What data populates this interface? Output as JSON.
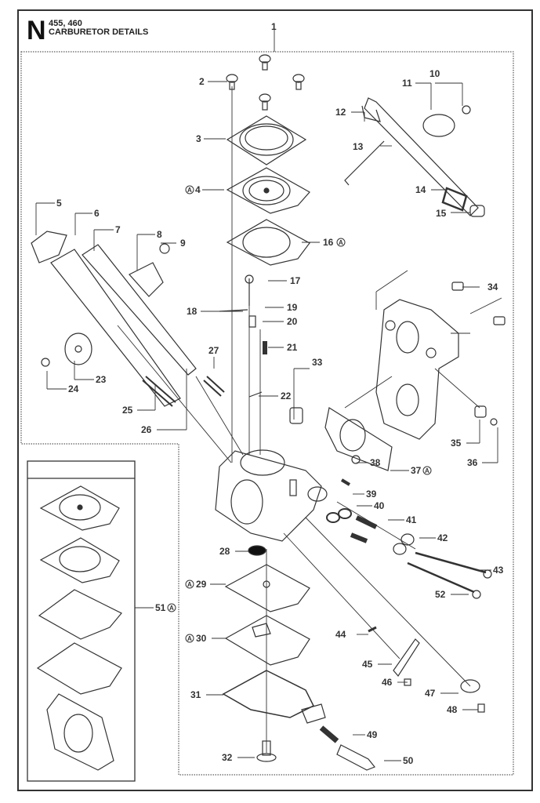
{
  "header": {
    "section_letter": "N",
    "models": "455, 460",
    "title": "CARBURETOR DETAILS"
  },
  "kit_marker": "A",
  "callouts": [
    {
      "id": "1",
      "label": "1",
      "kit": false
    },
    {
      "id": "2",
      "label": "2",
      "kit": false
    },
    {
      "id": "3",
      "label": "3",
      "kit": false
    },
    {
      "id": "4",
      "label": "4",
      "kit": true
    },
    {
      "id": "5",
      "label": "5",
      "kit": false
    },
    {
      "id": "6",
      "label": "6",
      "kit": false
    },
    {
      "id": "7",
      "label": "7",
      "kit": false
    },
    {
      "id": "8",
      "label": "8",
      "kit": false
    },
    {
      "id": "9",
      "label": "9",
      "kit": false
    },
    {
      "id": "10",
      "label": "10",
      "kit": false
    },
    {
      "id": "11",
      "label": "11",
      "kit": false
    },
    {
      "id": "12",
      "label": "12",
      "kit": false
    },
    {
      "id": "13",
      "label": "13",
      "kit": false
    },
    {
      "id": "14",
      "label": "14",
      "kit": false
    },
    {
      "id": "15",
      "label": "15",
      "kit": false
    },
    {
      "id": "16",
      "label": "16",
      "kit": true
    },
    {
      "id": "17",
      "label": "17",
      "kit": false
    },
    {
      "id": "18",
      "label": "18",
      "kit": false
    },
    {
      "id": "19",
      "label": "19",
      "kit": false
    },
    {
      "id": "20",
      "label": "20",
      "kit": false
    },
    {
      "id": "21",
      "label": "21",
      "kit": false
    },
    {
      "id": "22",
      "label": "22",
      "kit": false
    },
    {
      "id": "23",
      "label": "23",
      "kit": false
    },
    {
      "id": "24",
      "label": "24",
      "kit": false
    },
    {
      "id": "25",
      "label": "25",
      "kit": false
    },
    {
      "id": "26",
      "label": "26",
      "kit": false
    },
    {
      "id": "27",
      "label": "27",
      "kit": false
    },
    {
      "id": "28",
      "label": "28",
      "kit": false
    },
    {
      "id": "29",
      "label": "29",
      "kit": true
    },
    {
      "id": "30",
      "label": "30",
      "kit": true
    },
    {
      "id": "31",
      "label": "31",
      "kit": false
    },
    {
      "id": "32",
      "label": "32",
      "kit": false
    },
    {
      "id": "33",
      "label": "33",
      "kit": false
    },
    {
      "id": "34",
      "label": "34",
      "kit": false
    },
    {
      "id": "35",
      "label": "35",
      "kit": false
    },
    {
      "id": "36",
      "label": "36",
      "kit": false
    },
    {
      "id": "37",
      "label": "37",
      "kit": true
    },
    {
      "id": "38",
      "label": "38",
      "kit": false
    },
    {
      "id": "39",
      "label": "39",
      "kit": false
    },
    {
      "id": "40",
      "label": "40",
      "kit": false
    },
    {
      "id": "41",
      "label": "41",
      "kit": false
    },
    {
      "id": "42",
      "label": "42",
      "kit": false
    },
    {
      "id": "43",
      "label": "43",
      "kit": false
    },
    {
      "id": "44",
      "label": "44",
      "kit": false
    },
    {
      "id": "45",
      "label": "45",
      "kit": false
    },
    {
      "id": "46",
      "label": "46",
      "kit": false
    },
    {
      "id": "47",
      "label": "47",
      "kit": false
    },
    {
      "id": "48",
      "label": "48",
      "kit": false
    },
    {
      "id": "49",
      "label": "49",
      "kit": false
    },
    {
      "id": "50",
      "label": "50",
      "kit": false
    },
    {
      "id": "51",
      "label": "51",
      "kit": true
    },
    {
      "id": "52",
      "label": "52",
      "kit": false
    }
  ]
}
